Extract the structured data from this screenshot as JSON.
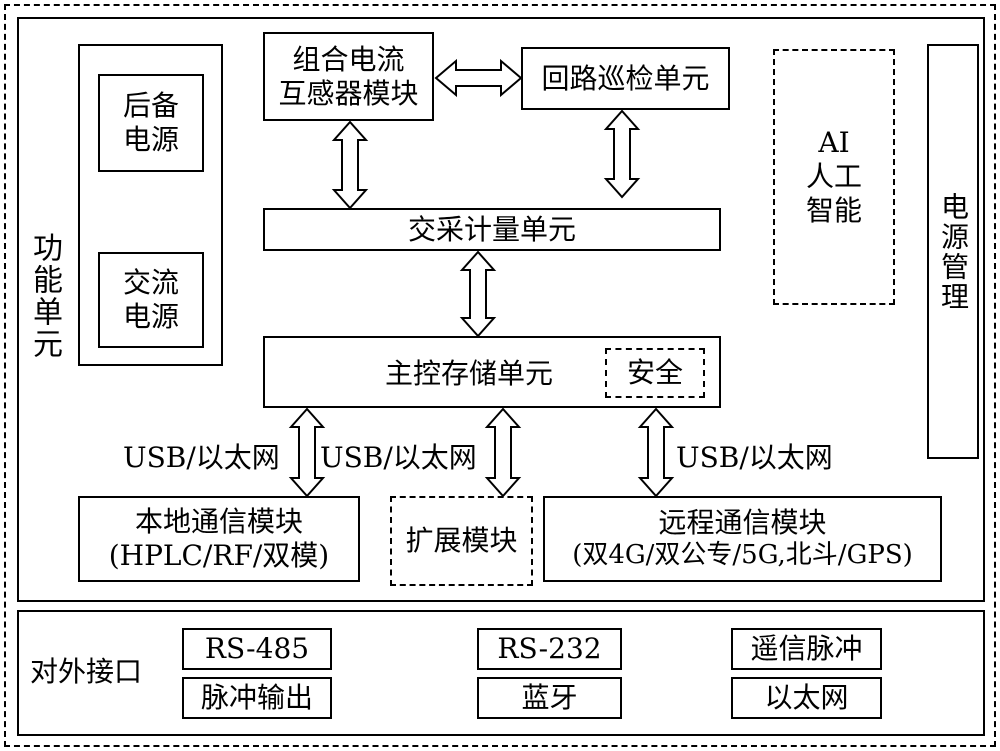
{
  "functional_unit": {
    "label": "功能单元",
    "backup_power": "后备电源",
    "ac_power": "交流电源",
    "ct_module_line1": "组合电流",
    "ct_module_line2": "互感器模块",
    "loop_inspection": "回路巡检单元",
    "ai_line1": "AI",
    "ai_line2": "人工",
    "ai_line3": "智能",
    "power_mgmt": "电源管理",
    "ac_metering": "交采计量单元",
    "main_control": "主控存储单元",
    "security": "安全",
    "link_left1": "USB/以太网",
    "link_left2": "USB/以太网",
    "link_right": "USB/以太网",
    "local_comm_line1": "本地通信模块",
    "local_comm_line2": "(HPLC/RF/双模)",
    "expansion": "扩展模块",
    "remote_comm_line1": "远程通信模块",
    "remote_comm_line2": "(双4G/双公专/5G,北斗/GPS)"
  },
  "external_interfaces": {
    "label": "对外接口",
    "items": [
      "RS-485",
      "脉冲输出",
      "RS-232",
      "蓝牙",
      "遥信脉冲",
      "以太网"
    ]
  }
}
